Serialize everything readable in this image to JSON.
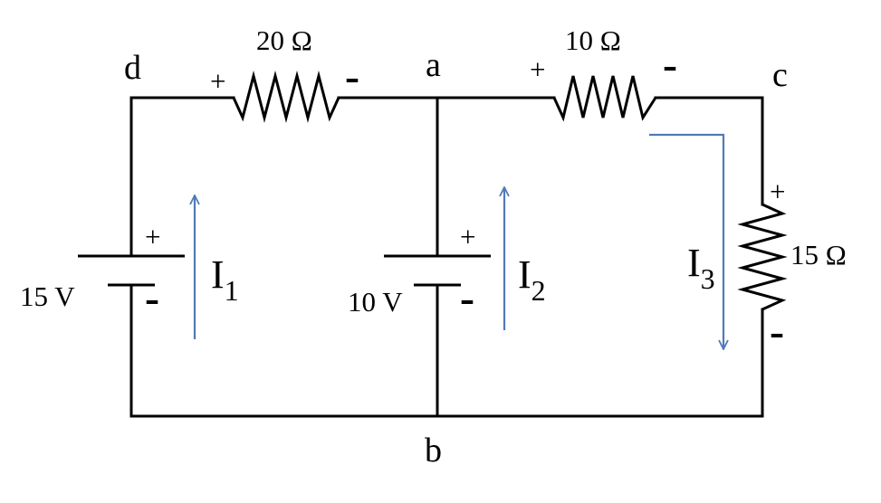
{
  "diagram": {
    "nodes": {
      "a": "a",
      "b": "b",
      "c": "c",
      "d": "d"
    },
    "resistors": [
      {
        "id": "r-da",
        "value": "20 Ω",
        "plus": "+",
        "minus": "–"
      },
      {
        "id": "r-ac",
        "value": "10 Ω",
        "plus": "+",
        "minus": "–"
      },
      {
        "id": "r-cb",
        "value": "15 Ω",
        "plus": "+",
        "minus": "–"
      }
    ],
    "batteries": [
      {
        "id": "bat-left",
        "value": "15 V",
        "plus": "+",
        "minus": "–"
      },
      {
        "id": "bat-mid",
        "value": "10 V",
        "plus": "+",
        "minus": "–"
      }
    ],
    "currents": [
      {
        "id": "i1",
        "symbol": "I",
        "subscript": "1",
        "direction": "up"
      },
      {
        "id": "i2",
        "symbol": "I",
        "subscript": "2",
        "direction": "up"
      },
      {
        "id": "i3",
        "symbol": "I",
        "subscript": "3",
        "direction": "down"
      }
    ],
    "colors": {
      "wire": "#000000",
      "current_arrow": "#4f7ab8"
    }
  }
}
